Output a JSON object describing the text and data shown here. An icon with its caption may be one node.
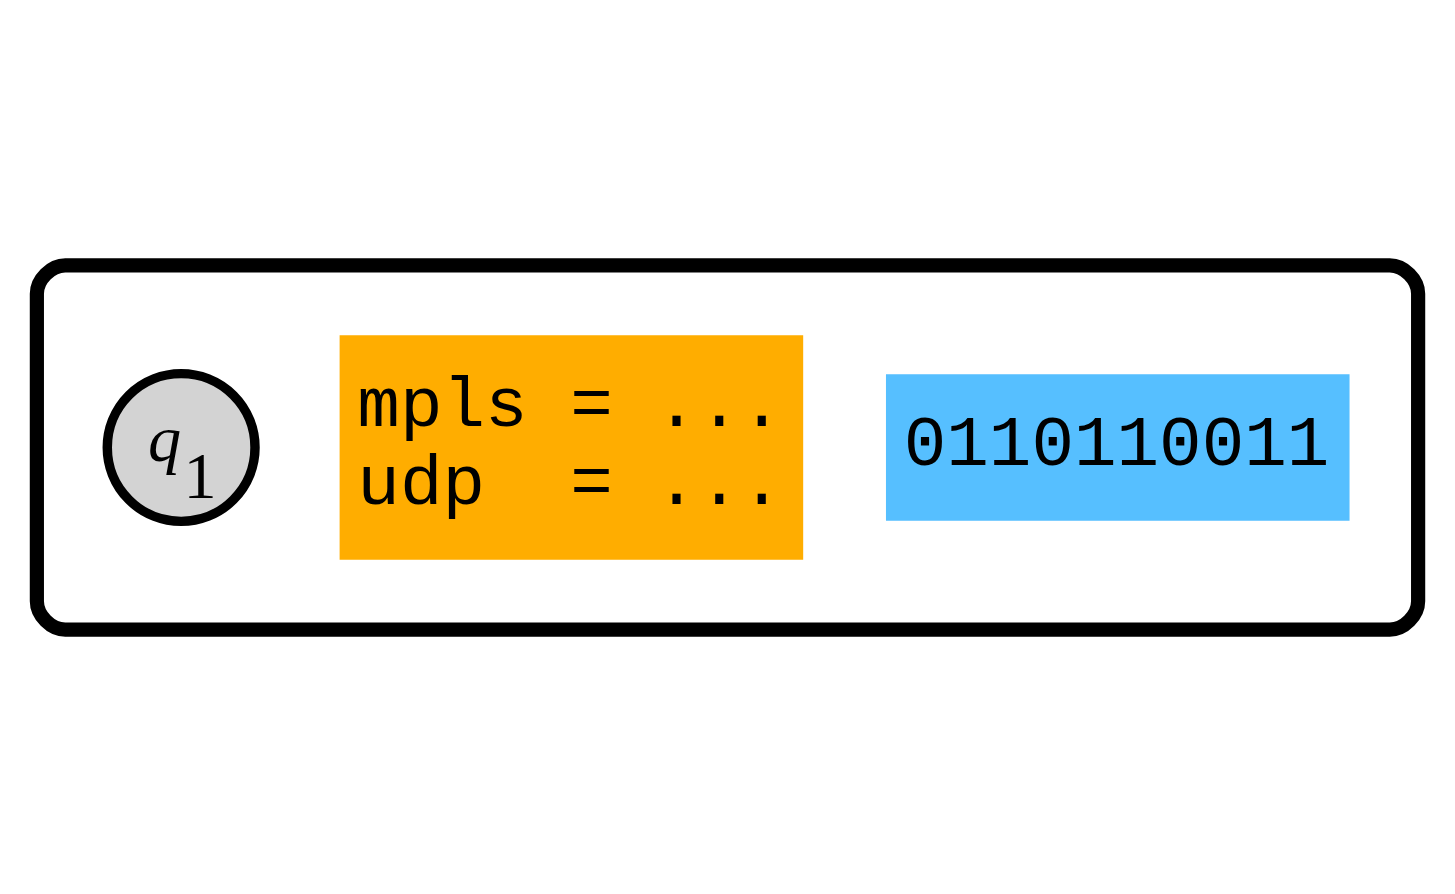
{
  "diagram": {
    "nodes": [
      {
        "text": [],
        "shape": "box"
      },
      {
        "text": [
          "*q*$_{1}$"
        ],
        "in": 0
      },
      {
        "text": [
          "mpls = ...",
          "udp  = ..."
        ],
        "in": 0
      },
      {
        "text": [
          "0110110011"
        ],
        "in": 0
      }
    ]
  }
}
